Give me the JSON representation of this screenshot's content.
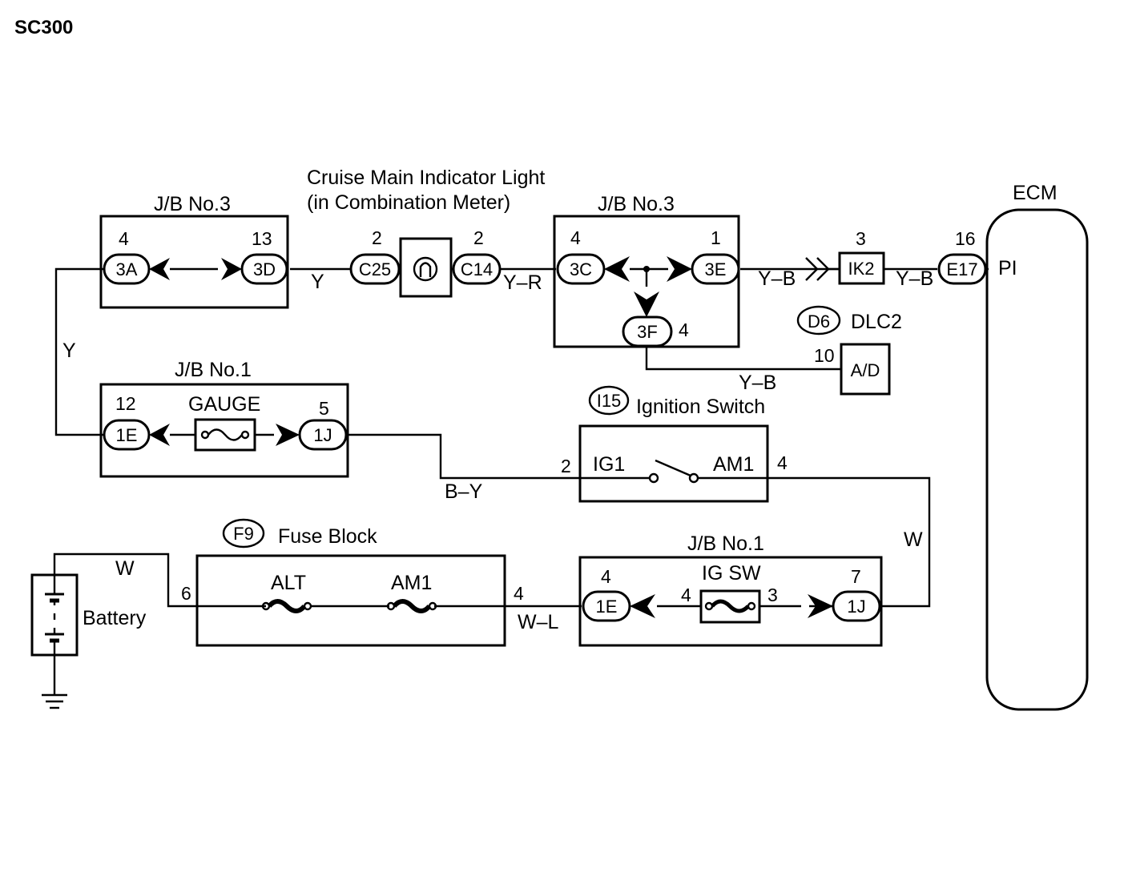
{
  "page": {
    "title": "SC300"
  },
  "components": {
    "cruise_light": {
      "label_line1": "Cruise Main Indicator Light",
      "label_line2": "(in Combination Meter)"
    },
    "jb3_left": {
      "label": "J/B No.3",
      "pin_3a": "4",
      "pin_3d": "13",
      "conn_3a": "3A",
      "conn_3d": "3D"
    },
    "jb3_right": {
      "label": "J/B No.3",
      "pin_3c": "4",
      "pin_3e": "1",
      "pin_3f": "4",
      "conn_3c": "3C",
      "conn_3e": "3E",
      "conn_3f": "3F"
    },
    "jb1_upper": {
      "label": "J/B No.1",
      "fuse": "GAUGE",
      "pin_1e": "12",
      "pin_1j": "5",
      "conn_1e": "1E",
      "conn_1j": "1J"
    },
    "jb1_lower": {
      "label": "J/B No.1",
      "fuse": "IG SW",
      "pin_1e": "4",
      "pin_1j": "7",
      "fuse_in": "4",
      "fuse_out": "3",
      "conn_1e": "1E",
      "conn_1j": "1J"
    },
    "c25": {
      "code": "C25",
      "pin": "2"
    },
    "c14": {
      "code": "C14",
      "pin": "2"
    },
    "ik2": {
      "code": "IK2",
      "pin": "3"
    },
    "e17": {
      "code": "E17",
      "pin": "16"
    },
    "ecm": {
      "label": "ECM",
      "terminal": "PI"
    },
    "dlc2": {
      "code": "D6",
      "label": "DLC2",
      "terminal": "A/D",
      "pin": "10"
    },
    "ignition": {
      "code": "I15",
      "label": "Ignition Switch",
      "ig1": "IG1",
      "am1": "AM1",
      "pin_ig1": "2",
      "pin_am1": "4"
    },
    "fuse_block": {
      "code": "F9",
      "label": "Fuse Block",
      "fuse1": "ALT",
      "fuse2": "AM1",
      "pin_in": "6",
      "pin_out": "4"
    },
    "battery": {
      "label": "Battery"
    }
  },
  "wires": {
    "y_left": "Y",
    "y_mid": "Y",
    "y_r": "Y–R",
    "y_b_top1": "Y–B",
    "y_b_top2": "Y–B",
    "y_b_dlc": "Y–B",
    "b_y": "B–Y",
    "w_right": "W",
    "w_battery": "W",
    "w_l": "W–L"
  }
}
